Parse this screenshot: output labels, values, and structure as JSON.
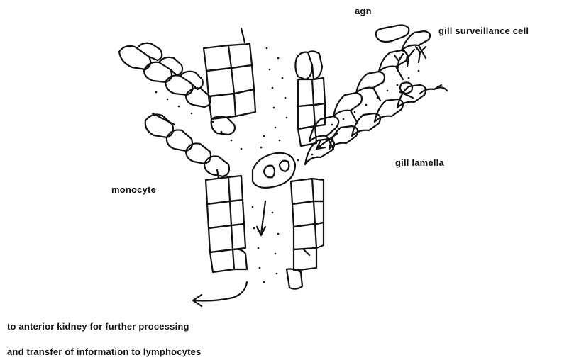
{
  "labels": {
    "agn": "agn",
    "gill_surveillance_cell": "gill surveillance cell",
    "gill_lamella": "gill lamella",
    "monocyte": "monocyte"
  },
  "caption": {
    "line1": "to anterior kidney for further processing",
    "line2": "and transfer of information to lymphocytes"
  }
}
